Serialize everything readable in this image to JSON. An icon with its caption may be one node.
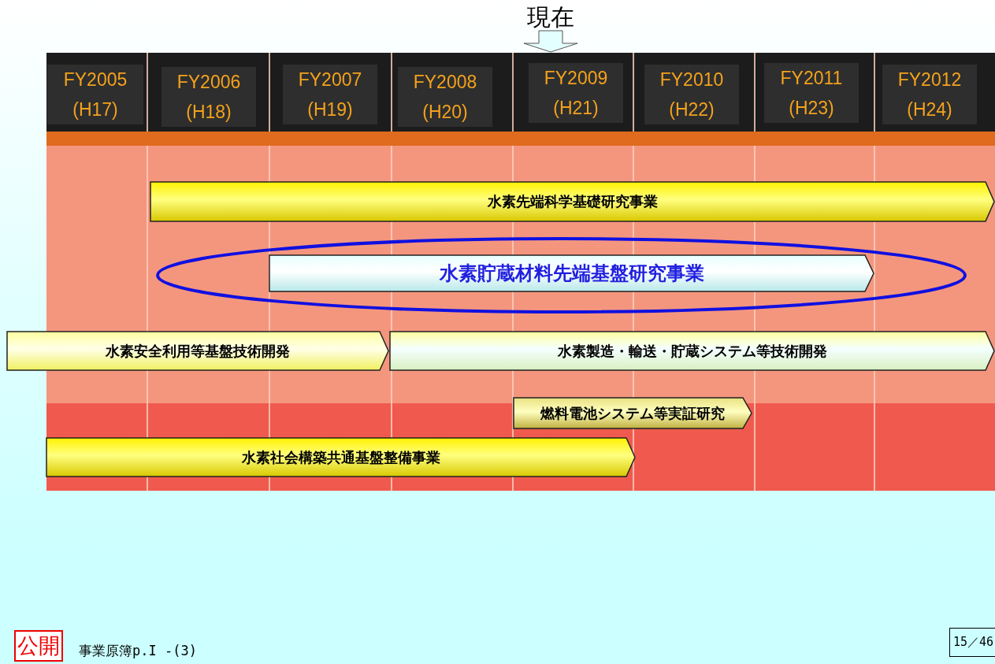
{
  "diagram": {
    "nodes": [
      {
        "text": [
          "現在"
        ]
      },
      {
        "text": [
          "FY2005",
          "(H17)"
        ]
      },
      {
        "text": [
          "FY2006",
          "(H18)"
        ]
      },
      {
        "text": [
          "FY2007",
          "(H19)"
        ]
      },
      {
        "text": [
          "FY2008",
          "(H20)"
        ]
      },
      {
        "text": [
          "FY2009",
          "(H21)"
        ]
      },
      {
        "text": [
          "FY2010",
          "(H22)"
        ]
      },
      {
        "text": [
          "FY2011",
          "(H23)"
        ]
      },
      {
        "text": [
          "FY2012",
          "(H24)"
        ]
      },
      {
        "text": [
          "水素先端科学基礎研究事業"
        ]
      },
      {
        "text": [],
        "shape": "ellipse"
      },
      {
        "text": [
          "水素貯蔵材料先端基盤研究事業"
        ],
        "in": 10
      },
      {
        "text": [
          "水素安全利用等基盤技術開発"
        ]
      },
      {
        "text": [
          "水素製造・輸送・貯蔵システム等技術開発"
        ]
      },
      {
        "text": [
          "燃料電池システム等実証研究"
        ]
      },
      {
        "text": [
          "水素社会構築共通基盤整備事業"
        ]
      }
    ],
    "edges": [
      {
        "from": 0,
        "to": 5,
        "arrow": "to"
      }
    ],
    "labels": [
      "公開",
      "事業原簿p.I -(3)",
      "15／46"
    ]
  }
}
